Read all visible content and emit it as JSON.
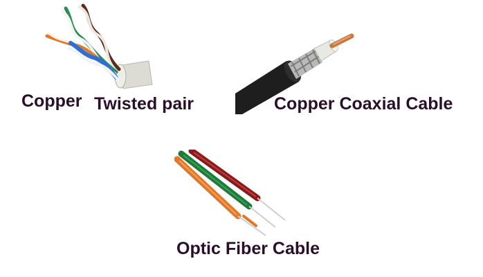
{
  "labels": {
    "copper": "Copper",
    "twisted_pair": "Twisted pair",
    "coaxial": "Copper Coaxial Cable",
    "fiber": "Optic Fiber Cable"
  },
  "colors": {
    "label_text": "#2a0f2a",
    "coax_jacket": "#1e1e1e",
    "copper_core": "#c8783c",
    "utp_jacket": "#dcdcd4",
    "utp_blue": "#2f6fd1",
    "utp_green": "#2e8b57",
    "utp_orange": "#e07a2a",
    "utp_brown": "#5a2a1a",
    "fiber_orange": "#e0782a",
    "fiber_green": "#1f7a3a",
    "fiber_red": "#8a1a1a"
  },
  "icons": [
    "twisted-pair-cable-icon",
    "coaxial-cable-icon",
    "fiber-optic-cable-icon"
  ]
}
